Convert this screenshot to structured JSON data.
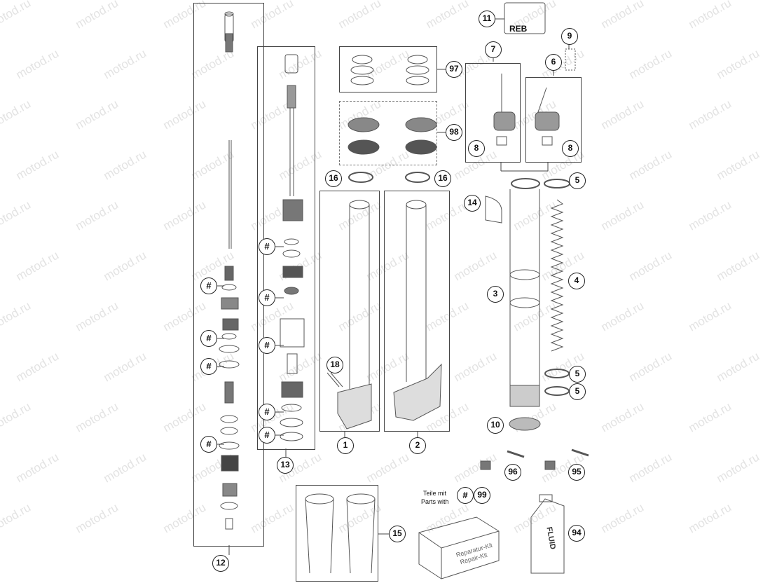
{
  "watermark": "motod.ru",
  "callouts": {
    "c1": "1",
    "c2": "2",
    "c3": "3",
    "c4": "4",
    "c5a": "5",
    "c5b": "5",
    "c5c": "5",
    "c6": "6",
    "c7": "7",
    "c8a": "8",
    "c8b": "8",
    "c9": "9",
    "c10": "10",
    "c11": "11",
    "c12": "12",
    "c13": "13",
    "c14": "14",
    "c15": "15",
    "c16a": "16",
    "c16b": "16",
    "c18": "18",
    "c94": "94",
    "c95": "95",
    "c96": "96",
    "c97": "97",
    "c98": "98",
    "c99": "99",
    "hash": "#"
  },
  "labels": {
    "reb": "REB",
    "teile_mit": "Teile mit",
    "parts_with": "Parts with",
    "kit_de": "Reparatur-Kit",
    "kit_en": "Repair-Kit",
    "fluid": "FLUID"
  },
  "colors": {
    "line": "#444",
    "part": "#666",
    "shade": "#999"
  }
}
